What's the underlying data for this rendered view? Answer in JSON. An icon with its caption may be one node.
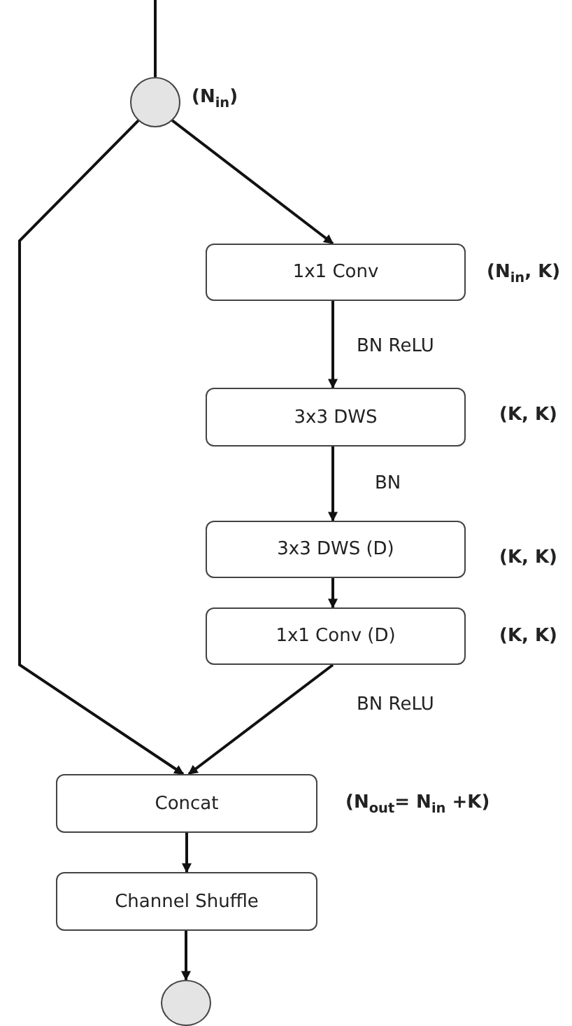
{
  "diagram": {
    "nodes": [
      {
        "text": [],
        "shape": "circle",
        "beside": [
          "(N$_{in}$)"
        ]
      },
      {
        "text": [
          "1x1 Conv"
        ],
        "beside": [
          "(N$_{in}$, K)"
        ]
      },
      {
        "text": [
          "3x3 DWS"
        ],
        "beside": [
          "(K, K)"
        ]
      },
      {
        "text": [
          "3x3 DWS (D)"
        ],
        "beside": [
          "(K, K)"
        ]
      },
      {
        "text": [
          "1x1 Conv (D)"
        ],
        "beside": [
          "(K, K)"
        ]
      },
      {
        "text": [
          "Concat"
        ],
        "beside": [
          "(N$_{out}$= N$_{in}$ +K)"
        ]
      },
      {
        "text": [
          "Channel Shuffle"
        ]
      },
      {
        "text": [],
        "shape": "circle"
      }
    ],
    "edges": [
      {
        "from": null,
        "to": 0,
        "arrow": "none"
      },
      {
        "from": 0,
        "to": 1,
        "arrow": "to"
      },
      {
        "from": 0,
        "to": 5,
        "arrow": "to"
      },
      {
        "from": 1,
        "to": 2,
        "arrow": "to",
        "label": "BN ReLU"
      },
      {
        "from": 2,
        "to": 3,
        "arrow": "to",
        "label": "BN"
      },
      {
        "from": 3,
        "to": 4,
        "arrow": "to"
      },
      {
        "from": 4,
        "to": 5,
        "arrow": "to",
        "label": "BN ReLU"
      },
      {
        "from": 5,
        "to": 6,
        "arrow": "to"
      },
      {
        "from": 6,
        "to": 7,
        "arrow": "to"
      }
    ]
  }
}
